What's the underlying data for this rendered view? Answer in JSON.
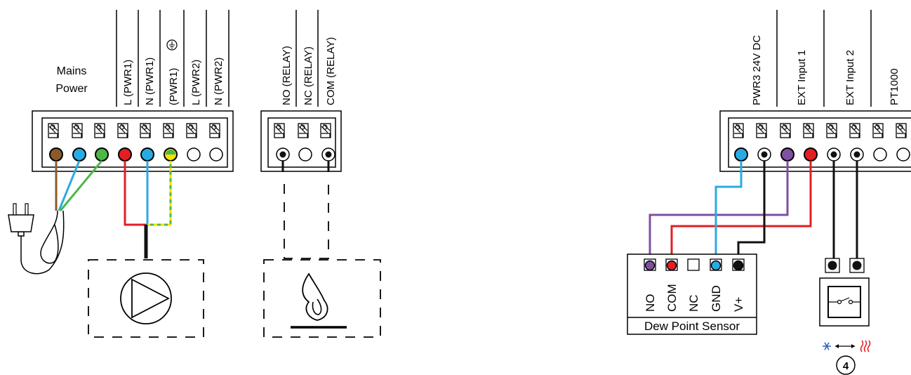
{
  "mains": {
    "title_line1": "Mains",
    "title_line2": "Power",
    "terminals": [
      "L (PWR1)",
      "N (PWR1)",
      "(PWR1)",
      "L (PWR2)",
      "N (PWR2)"
    ]
  },
  "relay": {
    "terminals": [
      "NO (RELAY)",
      "NC (RELAY)",
      "COM (RELAY)"
    ]
  },
  "right_block": {
    "labels": [
      "PWR3 24V DC",
      "EXT Input 1",
      "EXT Input 2",
      "PT1000"
    ]
  },
  "sensor": {
    "title": "Dew Point Sensor",
    "pins": [
      "NO",
      "COM",
      "NC",
      "GND",
      "V+"
    ]
  },
  "badge": {
    "number": "4"
  },
  "colors": {
    "brown": "#8b5a2b",
    "blue": "#29abe2",
    "green": "#4cb848",
    "red": "#e31e24",
    "yellow": "#f2e205",
    "purple": "#7f4fa0",
    "black": "#111111",
    "frost": "#2e5fb5",
    "heat": "#e31e24"
  }
}
